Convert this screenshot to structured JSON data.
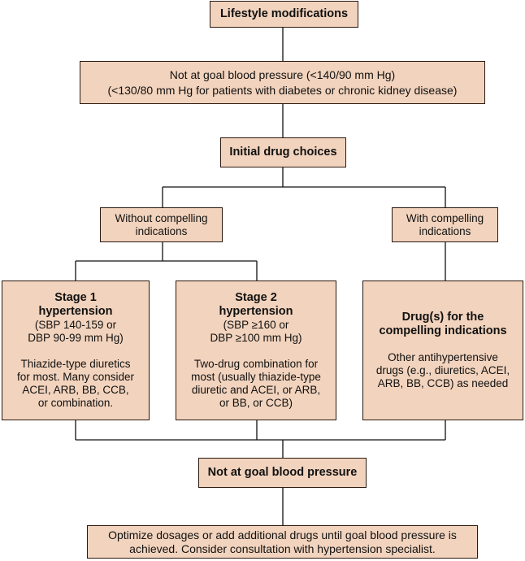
{
  "lifestyle": "Lifestyle modifications",
  "not_goal_top": {
    "line1": "Not at goal blood pressure (<140/90 mm Hg)",
    "line2": "(<130/80 mm Hg for patients with diabetes or chronic kidney disease)"
  },
  "initial": "Initial drug choices",
  "without": {
    "line1": "Without compelling",
    "line2": "indications"
  },
  "with": {
    "line1": "With compelling",
    "line2": "indications"
  },
  "stage1": {
    "title1": "Stage 1",
    "title2": "hypertension",
    "crit1": "(SBP 140-159 or",
    "crit2": "DBP 90-99 mm Hg)",
    "body": [
      "Thiazide-type diuretics",
      "for most. Many consider",
      "ACEI, ARB, BB, CCB,",
      "or combination."
    ]
  },
  "stage2": {
    "title1": "Stage 2",
    "title2": "hypertension",
    "crit1": "(SBP ≥160 or",
    "crit2": "DBP ≥100 mm Hg)",
    "body": [
      "Two-drug combination for",
      "most (usually thiazide-type",
      "diuretic and ACEI, or ARB,",
      "or BB, or CCB)"
    ]
  },
  "compelling": {
    "title1": "Drug(s) for the",
    "title2": "compelling indications",
    "body": [
      "Other antihypertensive",
      "drugs (e.g., diuretics, ACEI,",
      "ARB, BB, CCB) as needed"
    ]
  },
  "not_goal_bottom": "Not at goal blood pressure",
  "optimize": {
    "line1": "Optimize dosages or add additional drugs until goal blood pressure is",
    "line2": "achieved. Consider consultation with hypertension specialist."
  }
}
